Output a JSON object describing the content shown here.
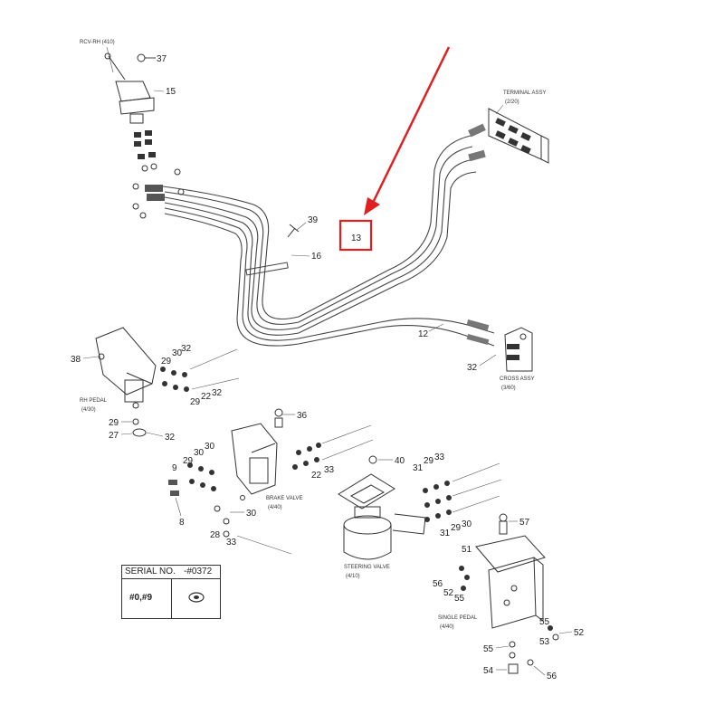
{
  "assemblies": {
    "rcv": "RCV-RH (410)",
    "terminal": "TERMINAL ASSY",
    "terminal_sub": "(2/20)",
    "rh_pedal": "RH PEDAL",
    "rh_pedal_sub": "(4/30)",
    "brake": "BRAKE VALVE",
    "brake_sub": "(4/40)",
    "steering": "STEERING VALVE",
    "steering_sub": "(4/10)",
    "cross": "CROSS ASSY",
    "cross_sub": "(3/60)",
    "single": "SINGLE PEDAL",
    "single_sub": "(4/40)"
  },
  "callouts": {
    "c37": "37",
    "c15": "15",
    "c39": "39",
    "c13": "13",
    "c16": "16",
    "c12": "12",
    "c32a": "32",
    "c38": "38",
    "c29a": "29",
    "c30a": "30",
    "c32b": "32",
    "c29b": "29",
    "c22a": "22",
    "c32c": "32",
    "c29c": "29",
    "c27": "27",
    "c32d": "32",
    "c36": "36",
    "c9": "9",
    "c29d": "29",
    "c30b": "30",
    "c30c": "30",
    "c22b": "22",
    "c33a": "33",
    "c40": "40",
    "c31a": "31",
    "c29e": "29",
    "c33b": "33",
    "c8": "8",
    "c30d": "30",
    "c28": "28",
    "c33c": "33",
    "c31b": "31",
    "c29f": "29",
    "c30e": "30",
    "c57": "57",
    "c51": "51",
    "c56a": "56",
    "c52a": "52",
    "c55a": "55",
    "c55b": "55",
    "c52b": "52",
    "c53": "53",
    "c55c": "55",
    "c54": "54",
    "c56b": "56"
  },
  "serial_table": {
    "header": "SERIAL NO.",
    "header_value": "-#0372",
    "cell_left": "#0,#9"
  },
  "colors": {
    "highlight": "#e02020",
    "line": "#333333"
  }
}
